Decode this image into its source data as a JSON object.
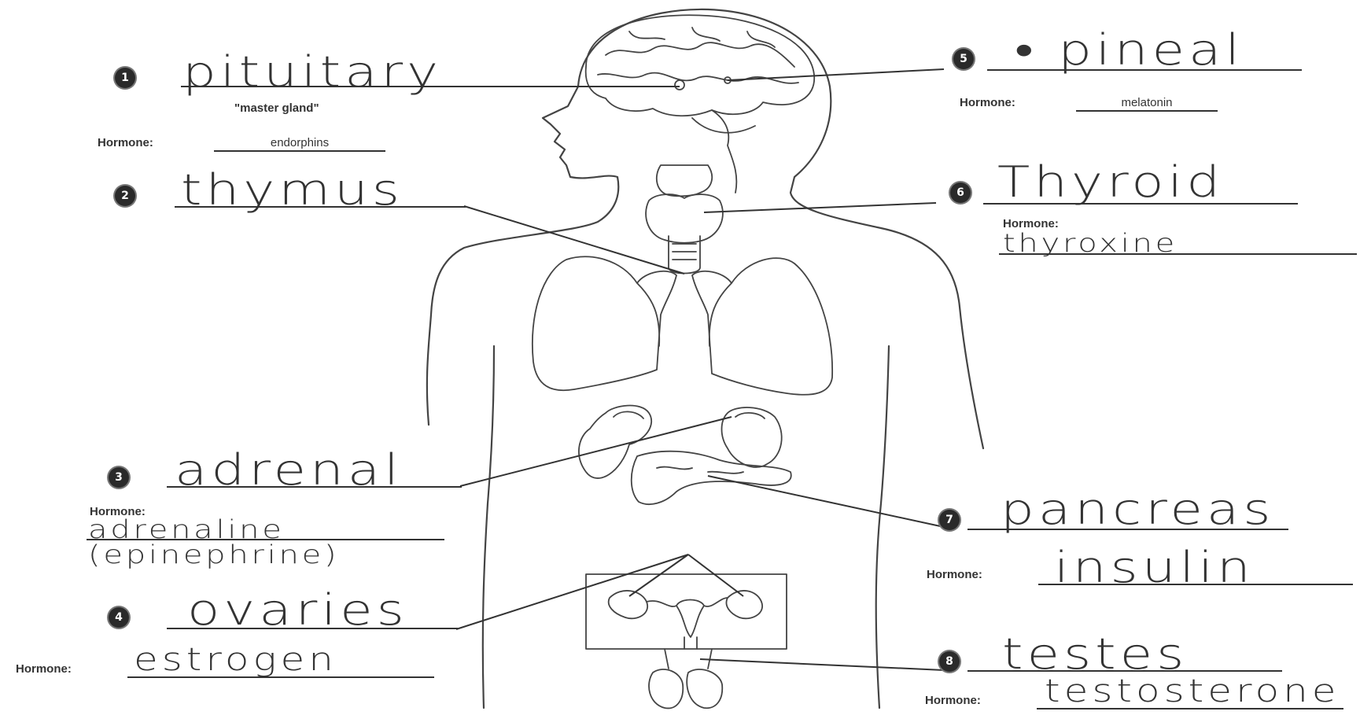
{
  "labels": [
    {
      "number": "1",
      "organ": "pituitary",
      "note": "\"master gland\"",
      "hormone_label": "Hormone:",
      "hormone": "endorphins"
    },
    {
      "number": "2",
      "organ": "thymus"
    },
    {
      "number": "3",
      "organ": "adrenal",
      "hormone_label": "Hormone:",
      "hormone": "adrenaline",
      "hormone_alt": "(epinephrine)"
    },
    {
      "number": "4",
      "organ": "ovaries",
      "hormone_label": "Hormone:",
      "hormone": "estrogen"
    },
    {
      "number": "5",
      "organ": "• pineal",
      "hormone_label": "Hormone:",
      "hormone": "melatonin"
    },
    {
      "number": "6",
      "organ": "Thyroid",
      "hormone_label": "Hormone:",
      "hormone": "thyroxine"
    },
    {
      "number": "7",
      "organ": "pancreas",
      "hormone_label": "Hormone:",
      "hormone": "insulin"
    },
    {
      "number": "8",
      "organ": "testes",
      "hormone_label": "Hormone:",
      "hormone": "testosterone"
    }
  ]
}
